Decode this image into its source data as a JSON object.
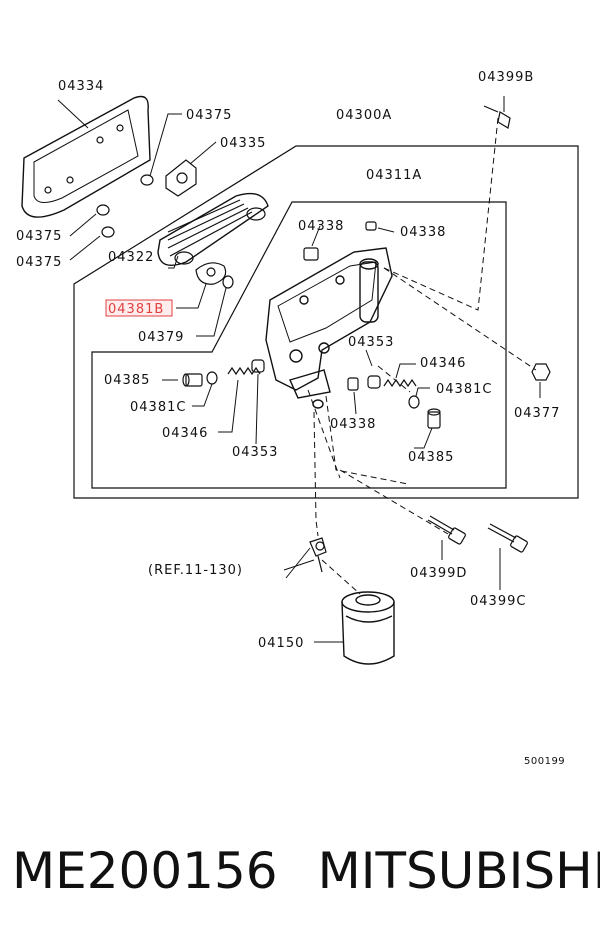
{
  "labels": {
    "p04334": "04334",
    "p04375a": "04375",
    "p04335": "04335",
    "p04300A": "04300A",
    "p04399B": "04399B",
    "p04311A": "04311A",
    "p04375b": "04375",
    "p04375c": "04375",
    "p04338a": "04338",
    "p04338b": "04338",
    "p04322": "04322",
    "p04381B": "04381B",
    "p04379": "04379",
    "p04353a": "04353",
    "p04346a": "04346",
    "p04385a": "04385",
    "p04381Ca": "04381C",
    "p04377": "04377",
    "p04381Cb": "04381C",
    "p04346b": "04346",
    "p04338c": "04338",
    "p04385b": "04385",
    "p04353b": "04353",
    "ref": "(REF.11-130)",
    "p04399D": "04399D",
    "p04399C": "04399C",
    "p04150": "04150",
    "diagram_code": "500199"
  },
  "caption": {
    "part_number": "ME200156",
    "brand": "MITSUBISHI"
  },
  "colors": {
    "highlight": "#e04040",
    "line": "#111111"
  }
}
